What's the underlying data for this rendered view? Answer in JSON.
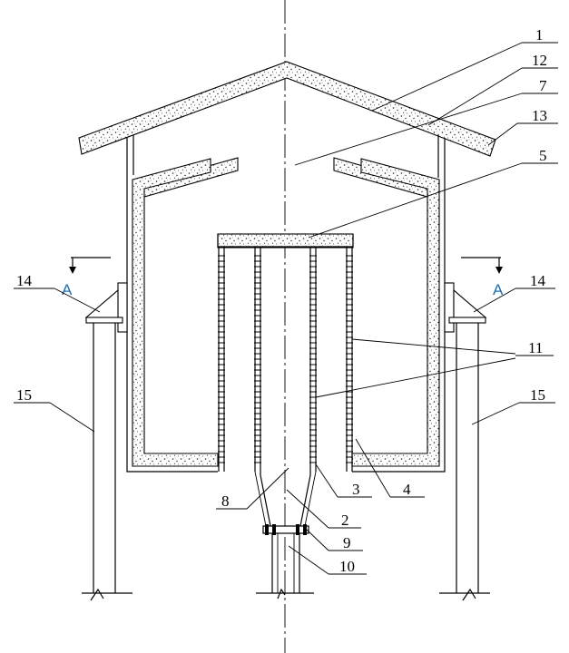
{
  "labels": {
    "l1": "1",
    "l12": "12",
    "l7": "7",
    "l13": "13",
    "l5": "5",
    "l14_left": "14",
    "l14_right": "14",
    "l11": "11",
    "l15_left": "15",
    "l15_right": "15",
    "l3": "3",
    "l4": "4",
    "l8": "8",
    "l2": "2",
    "l9": "9",
    "l10": "10"
  },
  "section_marks": {
    "left": "A",
    "right": "A"
  }
}
